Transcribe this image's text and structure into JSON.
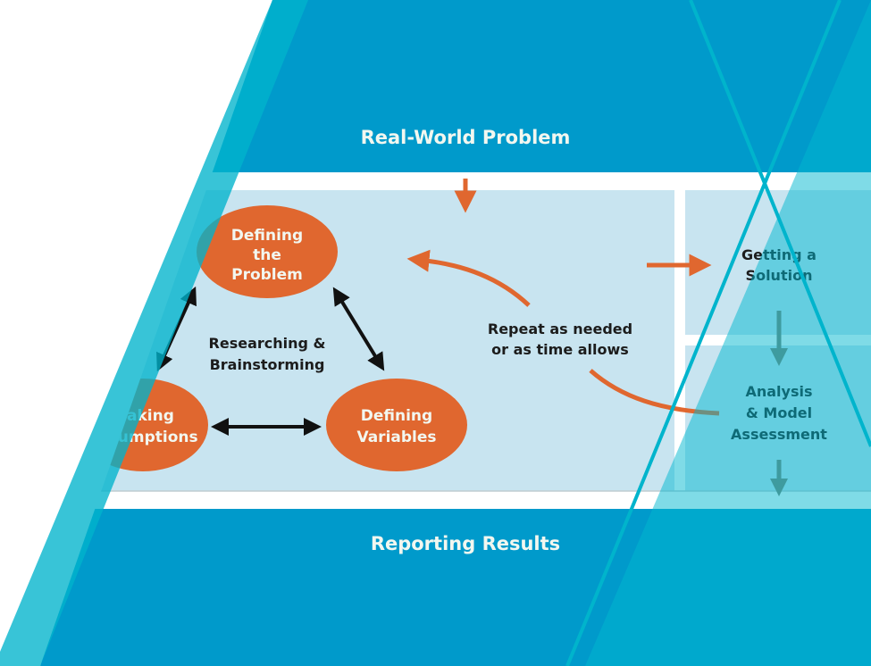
{
  "diagram": {
    "top_band_label": "Real-World Problem",
    "bottom_band_label": "Reporting Results",
    "center_label": [
      "Researching &",
      "Brainstorming"
    ],
    "loop_label": [
      "Repeat as needed",
      "or as time allows"
    ],
    "nodes": [
      {
        "id": "defining-problem",
        "lines": [
          "Defining",
          "the",
          "Problem"
        ]
      },
      {
        "id": "defining-variables",
        "lines": [
          "Defining",
          "Variables"
        ]
      },
      {
        "id": "making-assumptions",
        "lines": [
          "Making",
          "Assumptions"
        ]
      },
      {
        "id": "getting-solution",
        "lines": [
          "Getting a",
          "Solution"
        ]
      },
      {
        "id": "analysis-assessment",
        "lines": [
          "Analysis",
          "& Model",
          "Assessment"
        ]
      }
    ],
    "edges": [
      {
        "from": "real-world-problem",
        "to": "modeling-box",
        "style": "orange-arrow"
      },
      {
        "from": "defining-problem",
        "to": "defining-variables",
        "style": "black-double-arrow"
      },
      {
        "from": "defining-variables",
        "to": "making-assumptions",
        "style": "black-double-arrow"
      },
      {
        "from": "making-assumptions",
        "to": "defining-problem",
        "style": "black-double-arrow"
      },
      {
        "from": "modeling-box",
        "to": "getting-solution",
        "style": "orange-arrow"
      },
      {
        "from": "getting-solution",
        "to": "analysis-assessment",
        "style": "gray-arrow"
      },
      {
        "from": "analysis-assessment",
        "to": "defining-problem",
        "style": "orange-curved-arrow"
      },
      {
        "from": "analysis-assessment",
        "to": "reporting-results",
        "style": "gray-arrow"
      }
    ]
  },
  "colors": {
    "band_blue": "#009ACB",
    "panel_light": "#C8E4F0",
    "node_orange": "#E0672F",
    "accent_cyan": "#00B4CC",
    "arrow_gray": "#7D7F6E",
    "text_white": "#F2F7F0",
    "text_dark": "#1C1C1C"
  }
}
